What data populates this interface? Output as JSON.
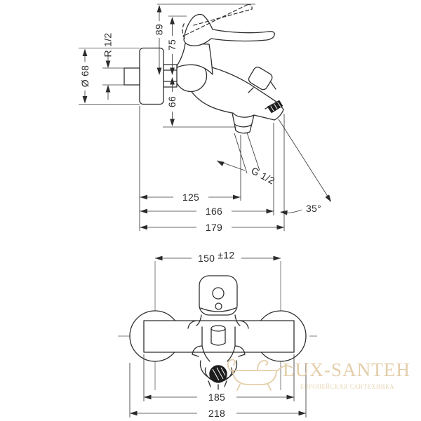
{
  "page": {
    "background": "#ffffff"
  },
  "drawing": {
    "line_color": "#2f2f2f",
    "dim_color": "#3a3a3a",
    "labels": {
      "height_overall": "89",
      "height_handle": "75",
      "height_below": "66",
      "escutcheon_diameter": "Ø 68",
      "wall_thread": "R 1/2",
      "outlet_thread": "G 1/2",
      "spout_angle": "35°",
      "reach_outlet": "125",
      "reach_aerator": "166",
      "reach_overall": "179",
      "center_distance": "150",
      "center_tolerance": "±12",
      "body_width": "185",
      "overall_width": "218"
    }
  },
  "watermark": {
    "brand": "LUX-SANTEH",
    "tagline": "ЕВРОПЕЙСКАЯ САНТЕХНИКА",
    "color": "#e2c9a1"
  }
}
